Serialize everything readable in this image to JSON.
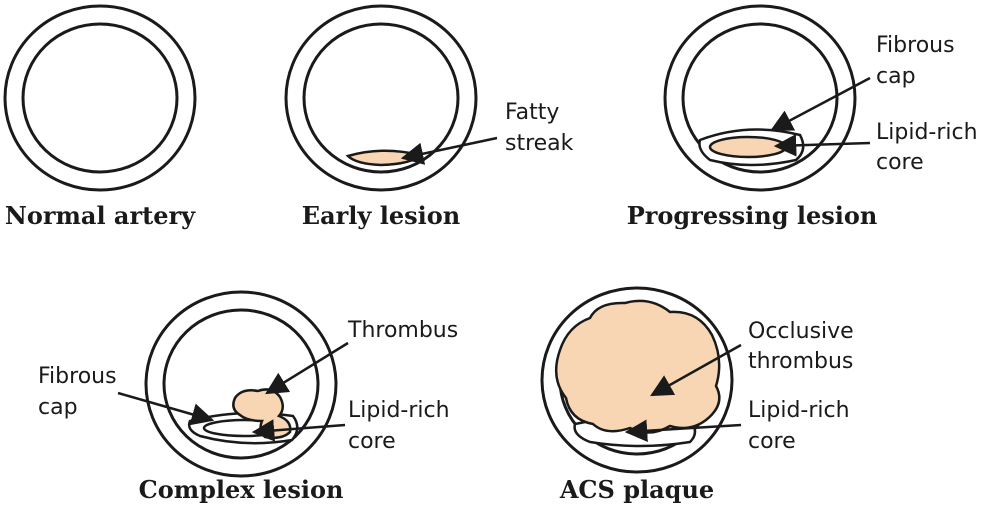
{
  "colors": {
    "lipid": "#f8d6b4",
    "stroke": "#1a1a1a"
  },
  "panels": {
    "normal": {
      "caption": "Normal artery"
    },
    "early": {
      "caption": "Early lesion",
      "fatty_1": "Fatty",
      "fatty_2": "streak"
    },
    "progressing": {
      "caption": "Progressing lesion",
      "cap_1": "Fibrous",
      "cap_2": "cap",
      "core_1": "Lipid-rich",
      "core_2": "core"
    },
    "complex": {
      "caption": "Complex lesion",
      "thrombus": "Thrombus",
      "cap_1": "Fibrous",
      "cap_2": "cap",
      "core_1": "Lipid-rich",
      "core_2": "core"
    },
    "acs": {
      "caption": "ACS plaque",
      "thrombus_1": "Occlusive",
      "thrombus_2": "thrombus",
      "core_1": "Lipid-rich",
      "core_2": "core"
    }
  }
}
